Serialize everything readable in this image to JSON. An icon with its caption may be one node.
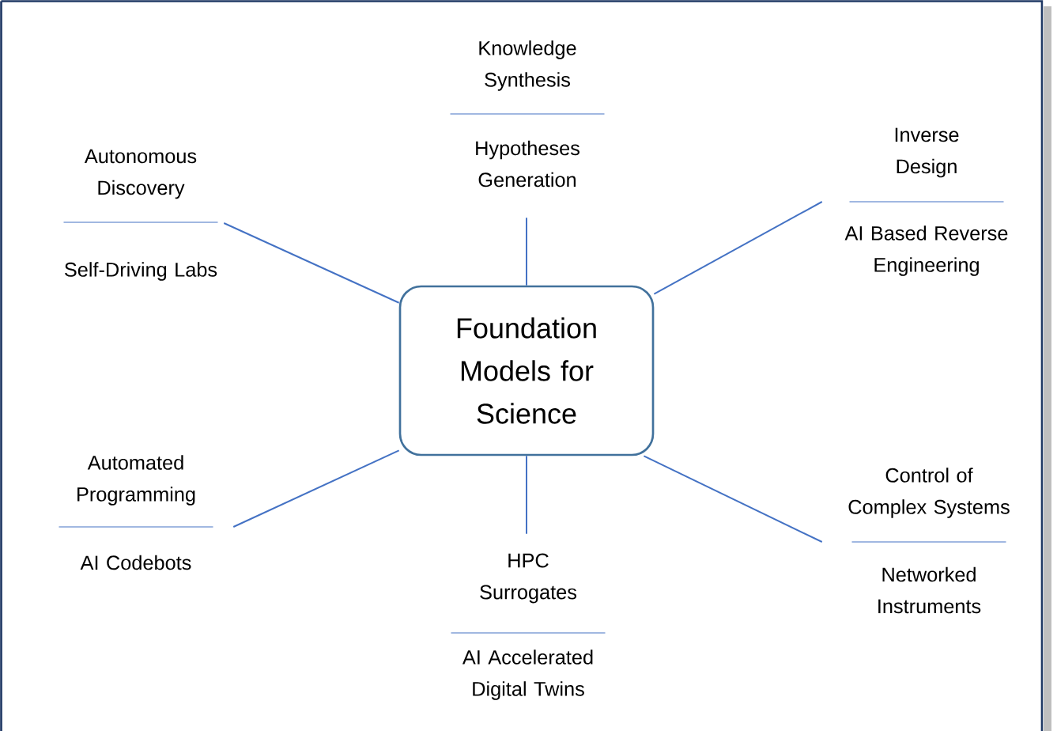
{
  "diagram": {
    "nodes": [
      {
        "text": [
          "Knowledge Synthesis",
          "Hypotheses Generation"
        ]
      },
      {
        "text": [
          "Inverse Design",
          "AI Based Reverse Engineering"
        ]
      },
      {
        "text": [
          "Autonomous Discovery",
          "Self-Driving Labs"
        ]
      },
      {
        "text": [
          "Foundation Models for Science"
        ]
      },
      {
        "text": [
          "Automated Programming",
          "AI Codebots"
        ]
      },
      {
        "text": [
          "Control of Complex Systems",
          "Networked Instruments"
        ]
      },
      {
        "text": [
          "HPC Surrogates",
          "AI Accelerated Digital Twins"
        ]
      }
    ],
    "edges": [
      {
        "from": 3,
        "to": 0,
        "arrow": "none"
      },
      {
        "from": 3,
        "to": 1,
        "arrow": "none"
      },
      {
        "from": 3,
        "to": 2,
        "arrow": "none"
      },
      {
        "from": 3,
        "to": 4,
        "arrow": "none"
      },
      {
        "from": 3,
        "to": 5,
        "arrow": "none"
      },
      {
        "from": 3,
        "to": 6,
        "arrow": "none"
      }
    ]
  }
}
